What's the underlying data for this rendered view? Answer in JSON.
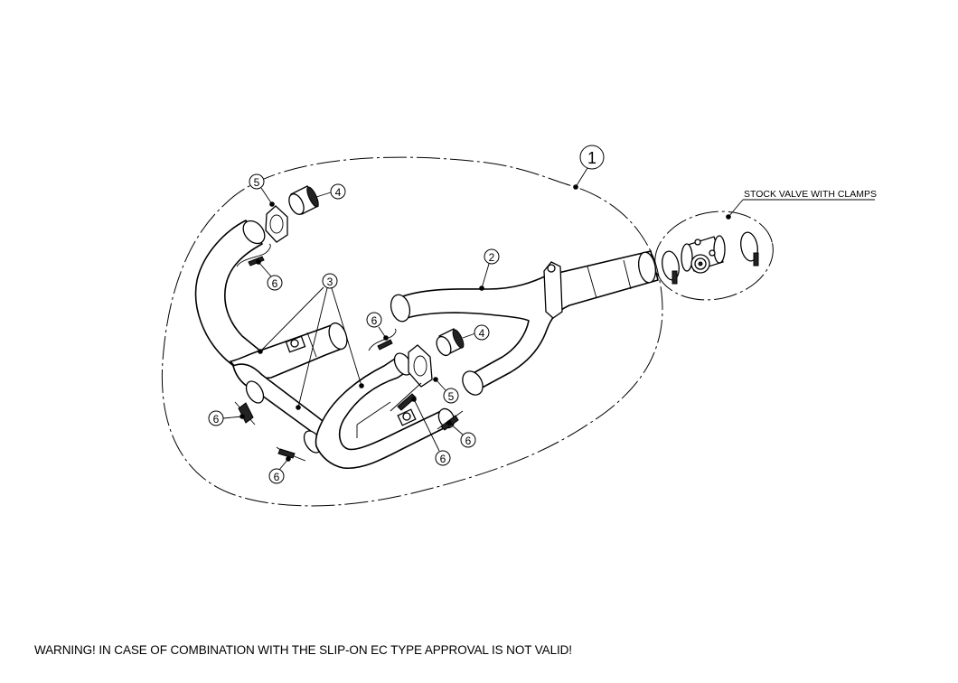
{
  "diagram": {
    "assembly_callout": "1",
    "callouts": [
      {
        "id": "header-pipe-y",
        "label": "2"
      },
      {
        "id": "header-pipes",
        "label": "3"
      },
      {
        "id": "seal-ring-upper",
        "label": "4"
      },
      {
        "id": "seal-ring-lower",
        "label": "4"
      },
      {
        "id": "gasket-upper",
        "label": "5"
      },
      {
        "id": "gasket-lower",
        "label": "5"
      },
      {
        "id": "spring-a",
        "label": "6"
      },
      {
        "id": "spring-b",
        "label": "6"
      },
      {
        "id": "spring-c",
        "label": "6"
      },
      {
        "id": "spring-d",
        "label": "6"
      },
      {
        "id": "spring-e",
        "label": "6"
      },
      {
        "id": "spring-f",
        "label": "6"
      },
      {
        "id": "spring-g",
        "label": "6"
      }
    ],
    "stock_valve_label": "STOCK VALVE WITH CLAMPS"
  },
  "warning": "WARNING! IN CASE OF COMBINATION WITH THE SLIP-ON EC TYPE APPROVAL IS NOT VALID!"
}
